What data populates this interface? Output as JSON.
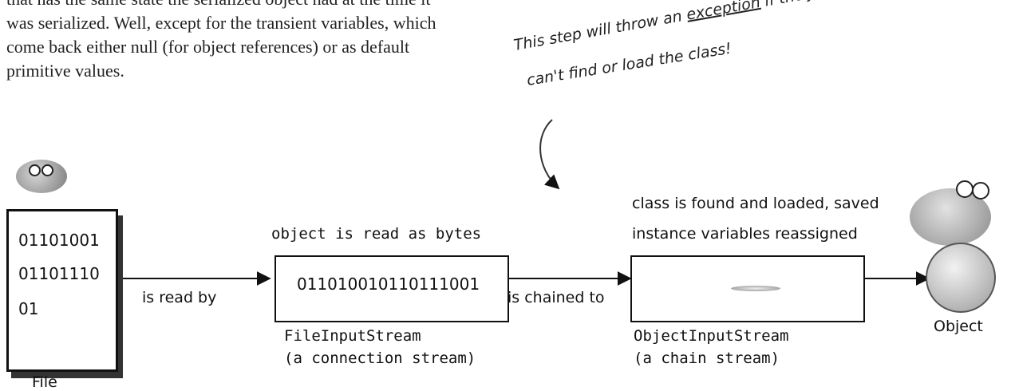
{
  "paragraph": {
    "line1": "that has the same state the serialized object had at the time it",
    "line2": "was serialized. Well, except for the transient variables, which",
    "line3": "come back either null (for object references) or as default",
    "line4": "primitive values."
  },
  "annotation": {
    "line1_before": "This step will throw an ",
    "line1_emph": "exception",
    "line1_after": " if the JVM",
    "line2": "can't find or load the class!"
  },
  "file": {
    "lines": [
      "01101001",
      "01101110",
      "01"
    ],
    "label": "File"
  },
  "file_input_stream": {
    "caption_above": "object is read as bytes",
    "bytes": "011010010110111001",
    "name": "FileInputStream",
    "kind": "(a connection stream)"
  },
  "object_input_stream": {
    "caption_above_1": "class is found and loaded, saved",
    "caption_above_2": "instance variables reassigned",
    "name": "ObjectInputStream",
    "kind": "(a chain stream)"
  },
  "arrows": {
    "read_by": "is read by",
    "chained_to": "is chained to"
  },
  "object": {
    "label": "Object"
  },
  "colors": {
    "ink": "#111111",
    "background": "#ffffff"
  }
}
